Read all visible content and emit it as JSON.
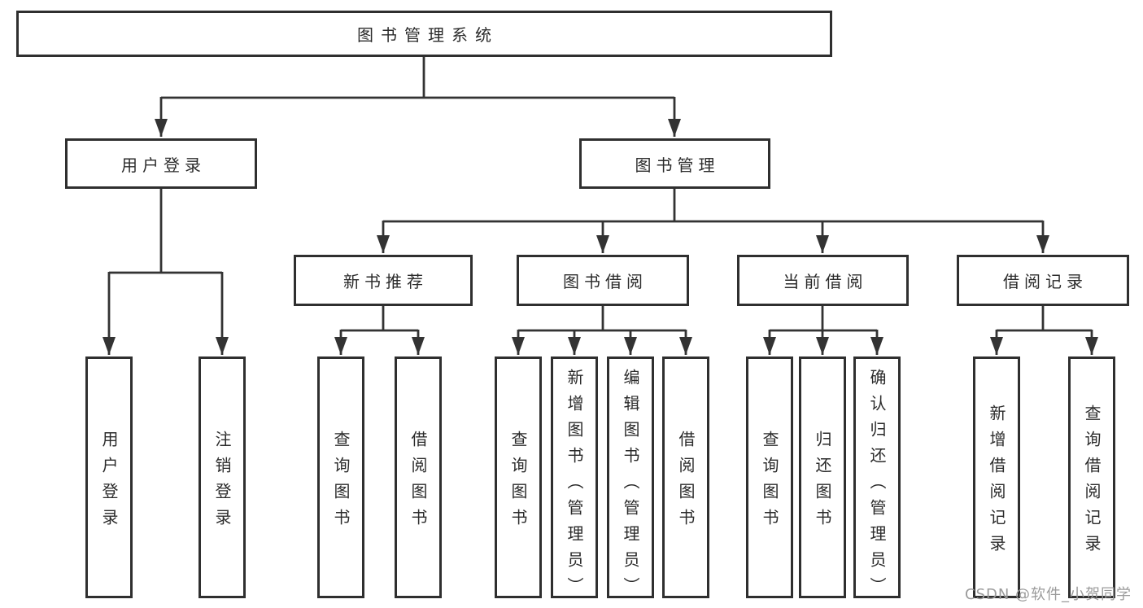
{
  "diagram": {
    "type": "hierarchy-tree",
    "tree": {
      "root": "图书管理系统",
      "branches": [
        {
          "label": "用户登录",
          "leaves": [
            "用户登录",
            "注销登录"
          ]
        },
        {
          "label": "图书管理",
          "sections": [
            {
              "label": "新书推荐",
              "leaves": [
                "查询图书",
                "借阅图书"
              ]
            },
            {
              "label": "图书借阅",
              "leaves": [
                "查询图书",
                "新增图书（管理员）",
                "编辑图书（管理员）",
                "借阅图书"
              ]
            },
            {
              "label": "当前借阅",
              "leaves": [
                "查询图书",
                "归还图书",
                "确认归还（管理员）"
              ]
            },
            {
              "label": "借阅记录",
              "leaves": [
                "新增借阅记录",
                "查询借阅记录"
              ]
            }
          ]
        }
      ]
    },
    "colors": {
      "background": "#ffffff",
      "box_border": "#2f2f2f",
      "connector_line": "#333333",
      "text": "#2b2b2b",
      "watermark_text": "#9b9b9b"
    }
  },
  "watermark": {
    "text": "CSDN @软件_小贺同学"
  }
}
